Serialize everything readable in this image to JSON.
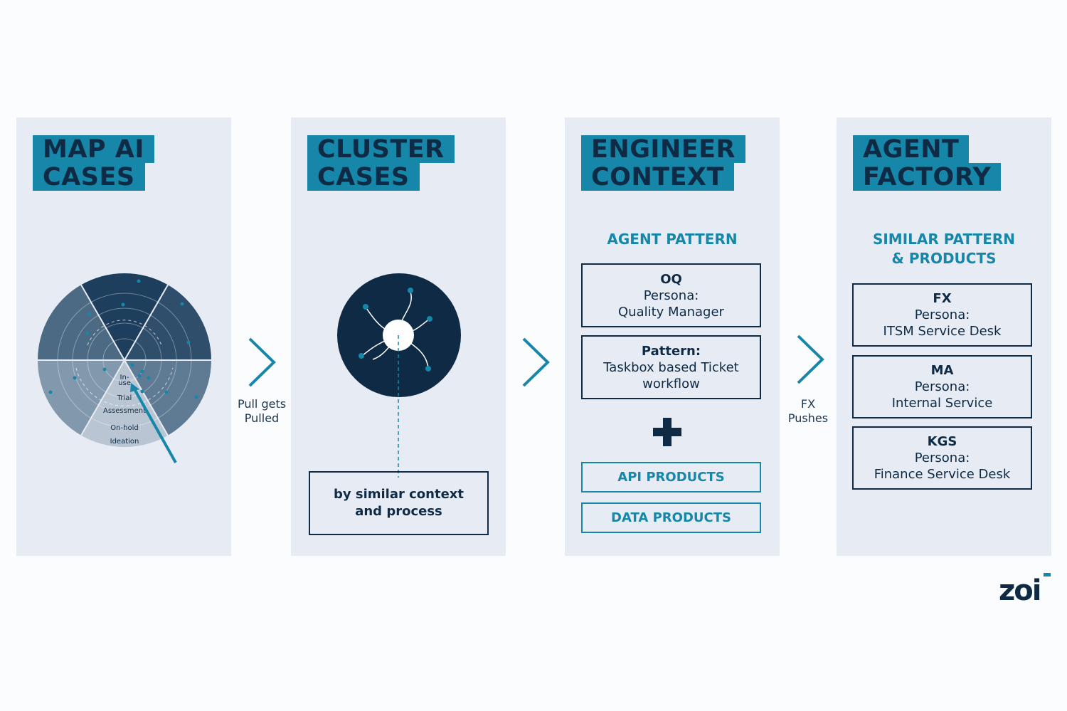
{
  "panels": [
    {
      "title_lines": [
        "MAP AI",
        "CASES"
      ]
    },
    {
      "title_lines": [
        "CLUSTER",
        "CASES"
      ],
      "box_lines": [
        "by similar context",
        "and process"
      ]
    },
    {
      "title_lines": [
        "ENGINEER",
        "CONTEXT"
      ],
      "subhead": "AGENT PATTERN",
      "boxes": [
        {
          "head": "OQ",
          "lines": [
            "Persona:",
            "Quality Manager"
          ]
        },
        {
          "head": "Pattern:",
          "lines": [
            "Taskbox based Ticket",
            "workflow"
          ]
        }
      ],
      "products": [
        "API PRODUCTS",
        "DATA PRODUCTS"
      ]
    },
    {
      "title_lines": [
        "AGENT",
        "FACTORY"
      ],
      "subhead_lines": [
        "SIMILAR PATTERN",
        "& PRODUCTS"
      ],
      "boxes": [
        {
          "head": "FX",
          "lines": [
            "Persona:",
            "ITSM Service Desk"
          ]
        },
        {
          "head": "MA",
          "lines": [
            "Persona:",
            "Internal Service"
          ]
        },
        {
          "head": "KGS",
          "lines": [
            "Persona:",
            "Finance Service Desk"
          ]
        }
      ]
    }
  ],
  "radar_labels": [
    "In-",
    "use",
    "Trial",
    "Assessment",
    "On-hold",
    "Ideation"
  ],
  "steps": [
    {
      "lines": [
        "Pull gets",
        "Pulled"
      ]
    },
    {
      "lines": []
    },
    {
      "lines": [
        "FX",
        "Pushes"
      ]
    }
  ],
  "logo": "zoi",
  "colors": {
    "navy": "#0e2a45",
    "teal": "#1687a8",
    "panel": "#e7ecf4"
  }
}
